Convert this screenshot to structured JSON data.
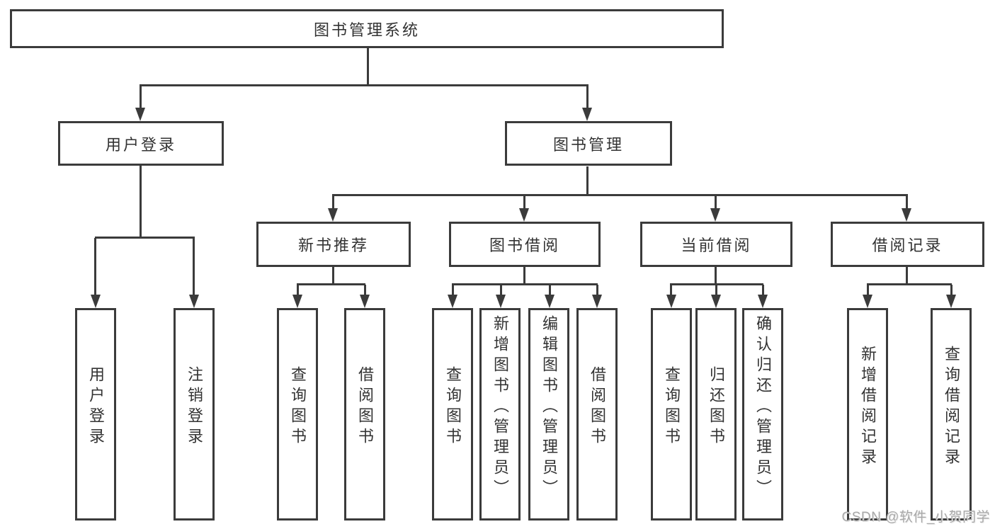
{
  "diagram": {
    "type": "tree",
    "title": "图书管理系统",
    "hierarchy": {
      "图书管理系统": {
        "用户登录": [
          "用户登录",
          "注销登录"
        ],
        "图书管理": {
          "新书推荐": [
            "查询图书",
            "借阅图书"
          ],
          "图书借阅": [
            "查询图书",
            "新增图书（管理员）",
            "编辑图书（管理员）",
            "借阅图书"
          ],
          "当前借阅": [
            "查询图书",
            "归还图书",
            "确认归还（管理员）"
          ],
          "借阅记录": [
            "新增借阅记录",
            "查询借阅记录"
          ]
        }
      }
    }
  },
  "nodes": {
    "root": {
      "label": "图书管理系统"
    },
    "user_login": {
      "label": "用户登录"
    },
    "book_mgmt": {
      "label": "图书管理"
    },
    "new_book_rec": {
      "label": "新书推荐"
    },
    "book_borrow": {
      "label": "图书借阅"
    },
    "current_borrow": {
      "label": "当前借阅"
    },
    "borrow_records": {
      "label": "借阅记录"
    },
    "leaf_user_login": {
      "label": "用户登录"
    },
    "leaf_logout": {
      "label": "注销登录"
    },
    "leaf_query_book_rec": {
      "label": "查询图书"
    },
    "leaf_borrow_book_rec": {
      "label": "借阅图书"
    },
    "leaf_query_book_bor": {
      "label": "查询图书"
    },
    "leaf_add_book": {
      "label": "新增图书（管理员）"
    },
    "leaf_edit_book": {
      "label": "编辑图书（管理员）"
    },
    "leaf_borrow_book_bor": {
      "label": "借阅图书"
    },
    "leaf_query_book_cur": {
      "label": "查询图书"
    },
    "leaf_return_book": {
      "label": "归还图书"
    },
    "leaf_confirm_return": {
      "label": "确认归还（管理员）"
    },
    "leaf_add_record": {
      "label": "新增借阅记录"
    },
    "leaf_query_record": {
      "label": "查询借阅记录"
    }
  },
  "watermark": {
    "text": "CSDN @软件_小贺同学"
  },
  "colors": {
    "line": "#3b3b3b",
    "text": "#333333",
    "box_background": "#ffffff",
    "page_background": "#ffffff",
    "watermark": "#a9a9a9"
  }
}
